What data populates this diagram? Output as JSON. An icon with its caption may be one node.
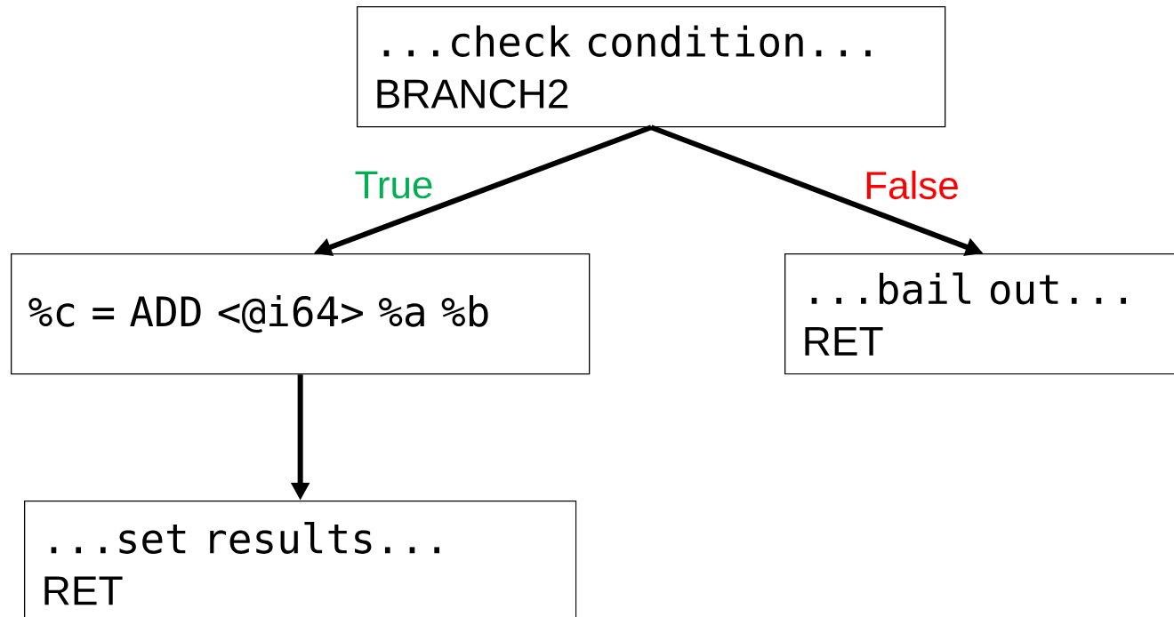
{
  "diagram": {
    "nodes": [
      {
        "text": [
          "...check condition...",
          "BRANCH2"
        ]
      },
      {
        "text": [
          "%c = ADD <@i64> %a %b"
        ]
      },
      {
        "text": [
          "...bail out...",
          "RET"
        ]
      },
      {
        "text": [
          "...set results...",
          "RET"
        ]
      }
    ],
    "edges": [
      {
        "from": 0,
        "to": 1,
        "arrow": "to",
        "label": "True"
      },
      {
        "from": 0,
        "to": 2,
        "arrow": "to",
        "label": "False"
      },
      {
        "from": 1,
        "to": 3,
        "arrow": "to"
      }
    ]
  }
}
